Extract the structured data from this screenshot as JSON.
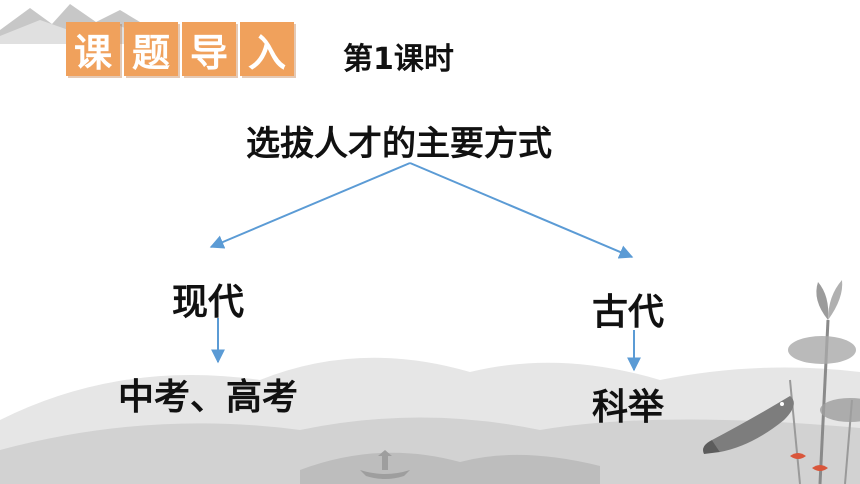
{
  "header": {
    "tiles": [
      "课",
      "题",
      "导",
      "入"
    ],
    "lesson": "第1课时"
  },
  "diagram": {
    "root": "选拔人才的主要方式",
    "left": {
      "label": "现代",
      "child": "中考、高考"
    },
    "right": {
      "label": "古代",
      "child": "科举"
    }
  },
  "colors": {
    "tile": "#f0a15c",
    "arrow": "#5b9bd5",
    "ink": "#111111"
  }
}
